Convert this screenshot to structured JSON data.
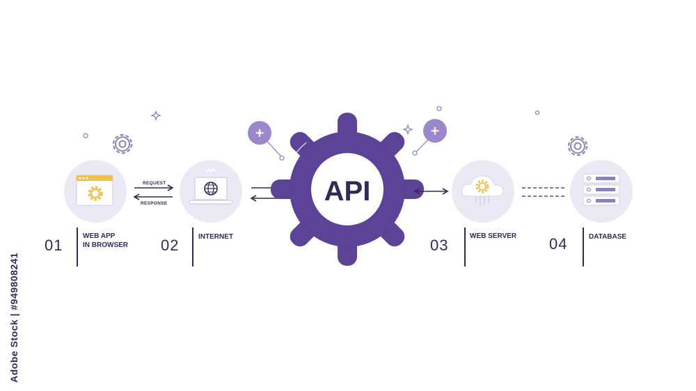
{
  "center": {
    "label": "API"
  },
  "arrows": {
    "request": "REQUEST",
    "response": "RESPONSE"
  },
  "steps": [
    {
      "num": "01",
      "line1": "WEB APP",
      "line2": "IN BROWSER"
    },
    {
      "num": "02",
      "line1": "INTERNET",
      "line2": ""
    },
    {
      "num": "03",
      "line1": "WEB SERVER",
      "line2": ""
    },
    {
      "num": "04",
      "line1": "DATABASE",
      "line2": ""
    }
  ],
  "watermark": "Adobe Stock | #949808241",
  "colors": {
    "primary": "#5b4398",
    "light_purple": "#9b87cc",
    "circle_bg": "#ebe9f3",
    "accent_yellow": "#f2c14e",
    "text": "#2f2b55"
  },
  "icons": [
    "browser-gear-icon",
    "laptop-globe-icon",
    "cloud-gear-icon",
    "server-stack-icon",
    "gear-icon",
    "sparkle-icon"
  ]
}
